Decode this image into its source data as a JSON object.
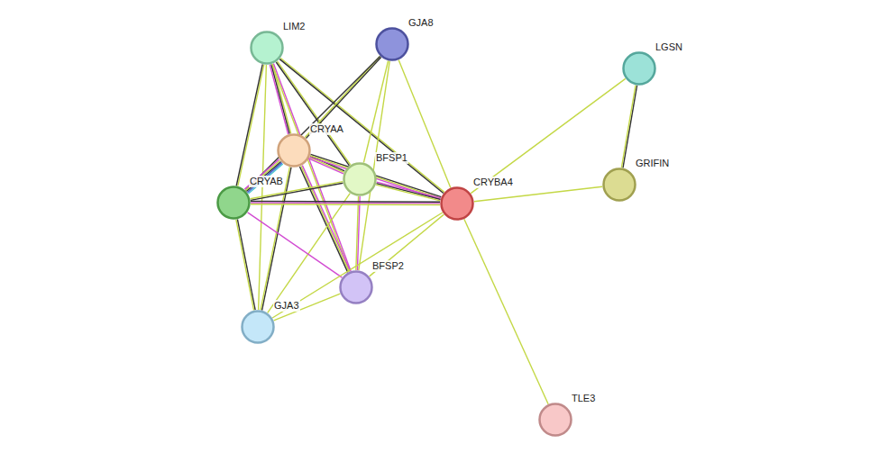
{
  "diagram": {
    "nodes": [
      {
        "text": [
          "LIM2"
        ]
      },
      {
        "text": [
          "GJA8"
        ]
      },
      {
        "text": [
          "LGSN"
        ]
      },
      {
        "text": [
          "CRYAA"
        ]
      },
      {
        "text": [
          "BFSP1"
        ]
      },
      {
        "text": [
          "CRYAB"
        ]
      },
      {
        "text": [
          "CRYBA4"
        ]
      },
      {
        "text": [
          "GRIFIN"
        ]
      },
      {
        "text": [
          "BFSP2"
        ]
      },
      {
        "text": [
          "GJA3"
        ]
      },
      {
        "text": [
          "TLE3"
        ]
      }
    ],
    "edges": [
      {
        "from": 0,
        "to": 5,
        "arrow": "none"
      },
      {
        "from": 0,
        "to": 3,
        "arrow": "none"
      },
      {
        "from": 0,
        "to": 4,
        "arrow": "none"
      },
      {
        "from": 0,
        "to": 6,
        "arrow": "none"
      },
      {
        "from": 0,
        "to": 8,
        "arrow": "none"
      },
      {
        "from": 0,
        "to": 9,
        "arrow": "none"
      },
      {
        "from": 1,
        "to": 3,
        "arrow": "none"
      },
      {
        "from": 1,
        "to": 5,
        "arrow": "none"
      },
      {
        "from": 1,
        "to": 4,
        "arrow": "none"
      },
      {
        "from": 1,
        "to": 6,
        "arrow": "none"
      },
      {
        "from": 1,
        "to": 8,
        "arrow": "none"
      },
      {
        "from": 3,
        "to": 5,
        "arrow": "none"
      },
      {
        "from": 3,
        "to": 4,
        "arrow": "none"
      },
      {
        "from": 3,
        "to": 6,
        "arrow": "none"
      },
      {
        "from": 3,
        "to": 8,
        "arrow": "none"
      },
      {
        "from": 3,
        "to": 9,
        "arrow": "none"
      },
      {
        "from": 4,
        "to": 5,
        "arrow": "none"
      },
      {
        "from": 4,
        "to": 6,
        "arrow": "none"
      },
      {
        "from": 4,
        "to": 8,
        "arrow": "none"
      },
      {
        "from": 4,
        "to": 9,
        "arrow": "none"
      },
      {
        "from": 5,
        "to": 6,
        "arrow": "none"
      },
      {
        "from": 5,
        "to": 8,
        "arrow": "none"
      },
      {
        "from": 5,
        "to": 9,
        "arrow": "none"
      },
      {
        "from": 6,
        "to": 8,
        "arrow": "none"
      },
      {
        "from": 6,
        "to": 9,
        "arrow": "none"
      },
      {
        "from": 6,
        "to": 2,
        "arrow": "none"
      },
      {
        "from": 6,
        "to": 7,
        "arrow": "none"
      },
      {
        "from": 6,
        "to": 10,
        "arrow": "none"
      },
      {
        "from": 2,
        "to": 7,
        "arrow": "none"
      },
      {
        "from": 8,
        "to": 9,
        "arrow": "none"
      }
    ]
  }
}
